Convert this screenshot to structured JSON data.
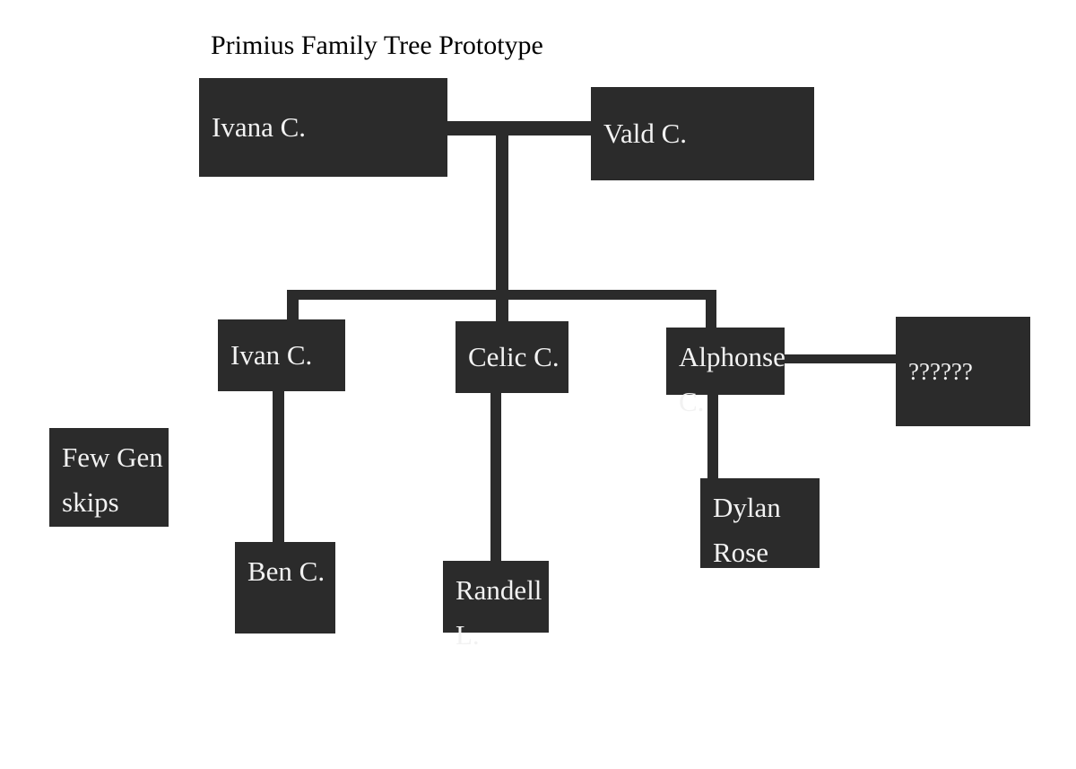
{
  "page": {
    "title": "Primius Family Tree Prototype",
    "background_color": "#ffffff",
    "node_fill_color": "#2b2b2b",
    "node_text_color": "#f2f2f2",
    "title_text_color": "#000000",
    "connector_color": "#2b2b2b"
  },
  "nodes": {
    "ivana": {
      "label": "Ivana C.",
      "generation": 1
    },
    "vald": {
      "label": "Vald C.",
      "generation": 1
    },
    "ivan": {
      "label": "Ivan C.",
      "generation": 2
    },
    "celic": {
      "label": "Celic C.",
      "generation": 2
    },
    "alphonse": {
      "label": "Alphonse C.",
      "generation": 2
    },
    "unknown_spouse": {
      "label": "??????",
      "generation": 2
    },
    "ben": {
      "label": "Ben C.",
      "generation": 3
    },
    "randell": {
      "label": "Randell L.",
      "generation": 3
    },
    "dylan": {
      "label": "Dylan Rose",
      "generation": 3
    },
    "note": {
      "label": "Few Gen skips",
      "generation": 0
    }
  },
  "relationships": [
    {
      "type": "marriage",
      "from": "ivana",
      "to": "vald"
    },
    {
      "type": "marriage",
      "from": "alphonse",
      "to": "unknown_spouse"
    },
    {
      "type": "child",
      "from": "ivana+vald",
      "to": "ivan"
    },
    {
      "type": "child",
      "from": "ivana+vald",
      "to": "celic"
    },
    {
      "type": "child",
      "from": "ivana+vald",
      "to": "alphonse"
    },
    {
      "type": "child",
      "from": "ivan",
      "to": "ben"
    },
    {
      "type": "child",
      "from": "celic",
      "to": "randell"
    },
    {
      "type": "child",
      "from": "alphonse",
      "to": "dylan"
    }
  ]
}
